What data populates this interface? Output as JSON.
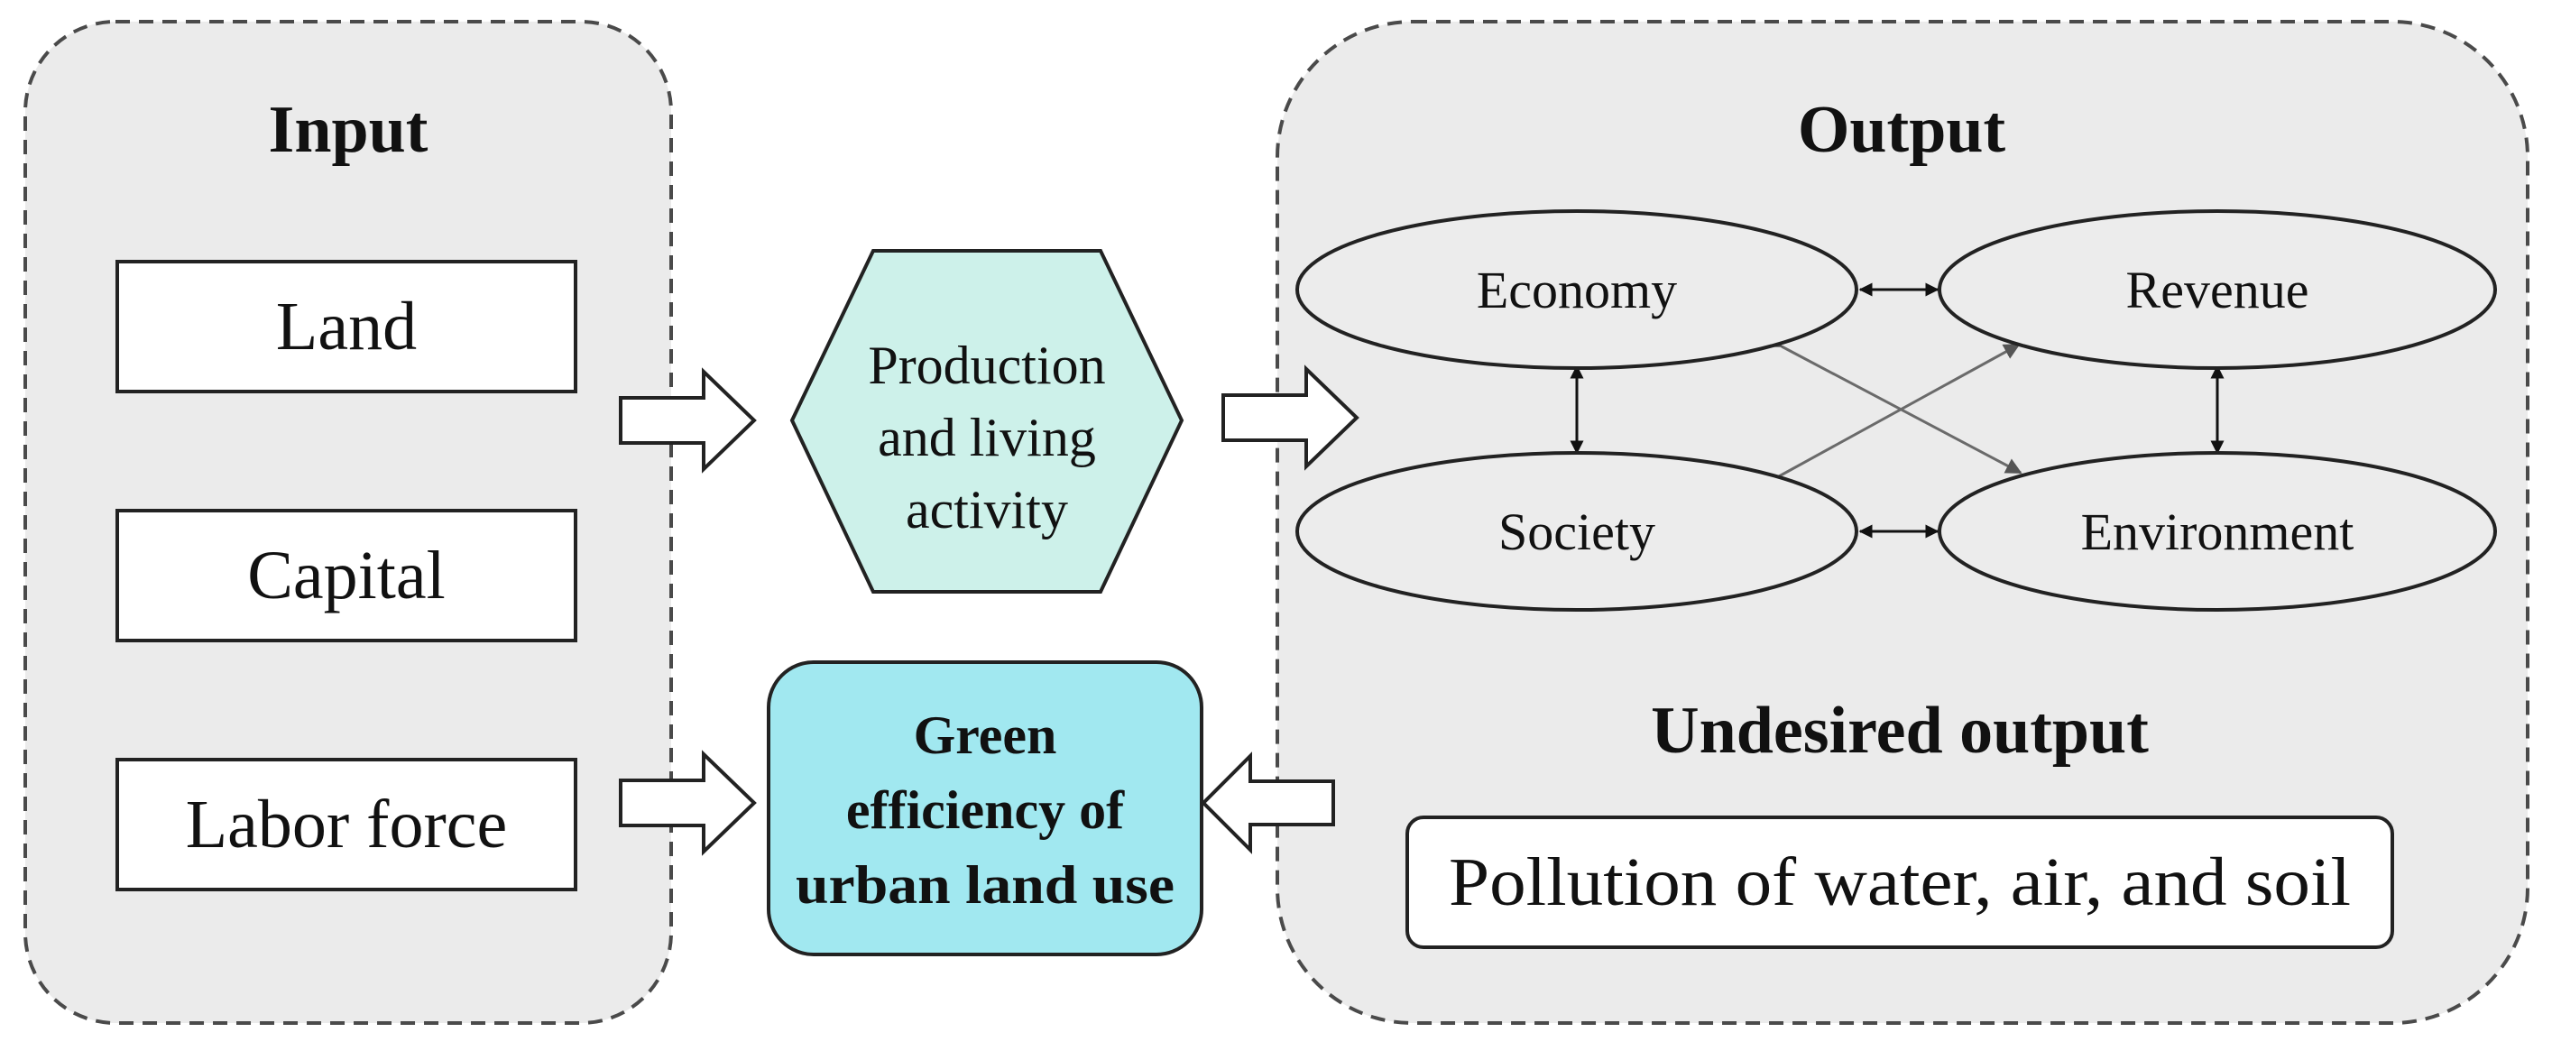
{
  "input": {
    "title": "Input",
    "items": [
      "Land",
      "Capital",
      "Labor force"
    ]
  },
  "process": {
    "lines": [
      "Production",
      "and living",
      "activity"
    ]
  },
  "result": {
    "lines": [
      "Green",
      "efficiency of",
      "urban land use"
    ]
  },
  "output": {
    "title": "Output",
    "nodes": [
      "Economy",
      "Revenue",
      "Society",
      "Environment"
    ]
  },
  "undesired": {
    "title": "Undesired output",
    "item": "Pollution of water, air, and soil"
  },
  "colors": {
    "panel_fill": "#ebebeb",
    "hexagon_fill": "#cdf1ea",
    "result_fill": "#a1e8f0",
    "ellipse_fill": "#ececec"
  }
}
